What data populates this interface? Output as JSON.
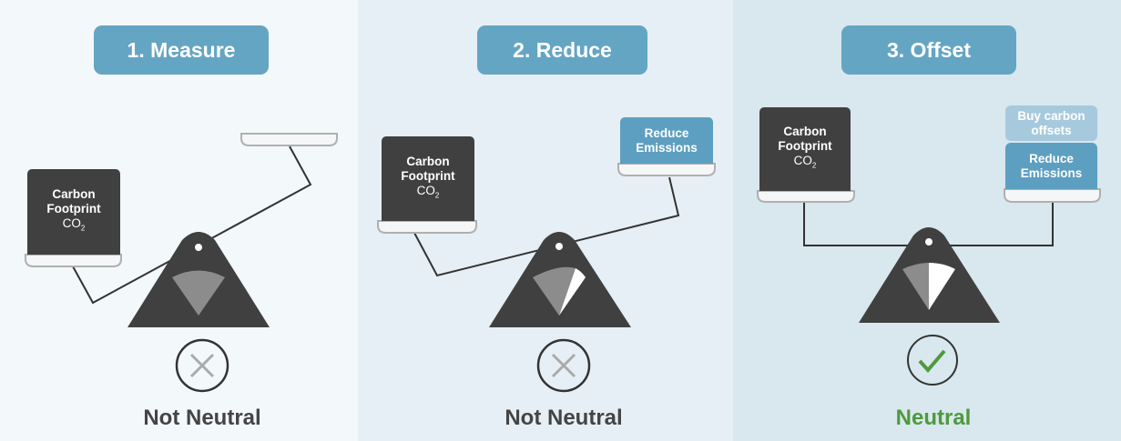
{
  "steps": [
    {
      "title": "1. Measure",
      "status": "Not Neutral",
      "status_icon": "x-circle-icon"
    },
    {
      "title": "2. Reduce",
      "status": "Not Neutral",
      "status_icon": "x-circle-icon"
    },
    {
      "title": "3. Offset",
      "status": "Neutral",
      "status_icon": "check-circle-icon"
    }
  ],
  "labels": {
    "carbon_footprint": "Carbon Footprint",
    "co2_main": "CO",
    "co2_sub": "2",
    "reduce_emissions": "Reduce Emissions",
    "buy_offsets": "Buy carbon offsets"
  },
  "colors": {
    "header": "#64a5c3",
    "neutral": "#4d9a3c",
    "not_neutral": "#444444",
    "dark": "#404040"
  }
}
